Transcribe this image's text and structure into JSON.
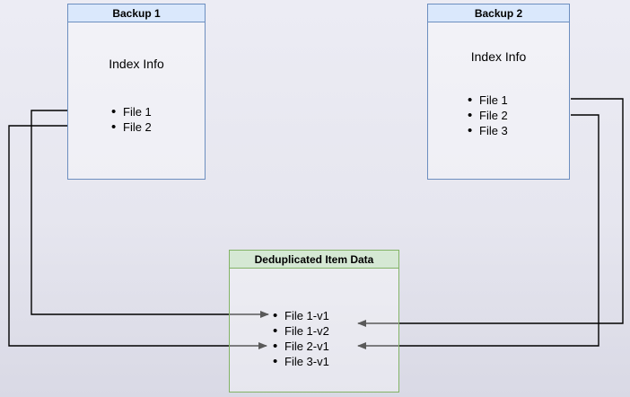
{
  "backup1": {
    "title": "Backup 1",
    "label": "Index Info",
    "files": [
      "File 1",
      "File 2"
    ]
  },
  "backup2": {
    "title": "Backup 2",
    "label": "Index Info",
    "files": [
      "File 1",
      "File 2",
      "File 3"
    ]
  },
  "dedup": {
    "title": "Deduplicated Item Data",
    "files": [
      "File 1-v1",
      "File 1-v2",
      "File 2-v1",
      "File 3-v1"
    ]
  },
  "arrows": [
    {
      "from": "Backup 1 / File 1",
      "to": "Deduplicated Item Data / File 1-v1"
    },
    {
      "from": "Backup 1 / File 2",
      "to": "Deduplicated Item Data / File 2-v1"
    },
    {
      "from": "Backup 2 / File 1",
      "to": "Deduplicated Item Data / File 1-v2"
    },
    {
      "from": "Backup 2 / File 2",
      "to": "Deduplicated Item Data / File 2-v1"
    }
  ],
  "colors": {
    "blue_fill": "#dae8fc",
    "blue_border": "#6c8ebf",
    "green_fill": "#d5e8d4",
    "green_border": "#82b366",
    "arrow": "#000000",
    "background_top": "#ececf4",
    "background_bottom": "#d9d9e5"
  }
}
